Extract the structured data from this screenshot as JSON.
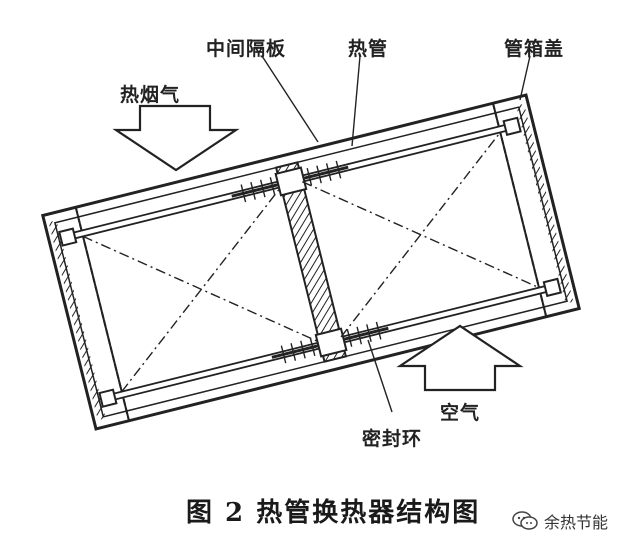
{
  "labels": {
    "partition": "中间隔板",
    "heat_pipe": "热管",
    "header_cover": "管箱盖",
    "flue_gas": "热烟气",
    "air": "空气",
    "seal_ring": "密封环"
  },
  "caption": "图 2   热管换热器结构图",
  "watermark": "余热节能",
  "colors": {
    "ink": "#1a1a1a",
    "background": "#ffffff"
  },
  "icons": [
    "wechat-icon"
  ]
}
